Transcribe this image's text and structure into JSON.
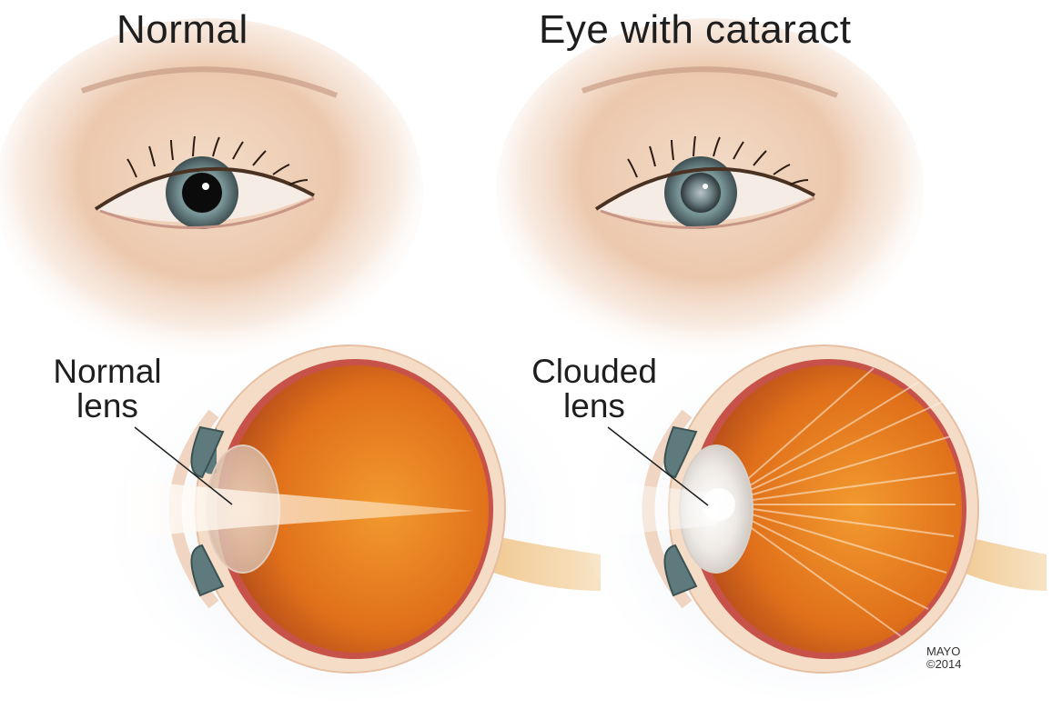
{
  "panels": {
    "left": {
      "title": "Normal",
      "label_line1": "Normal",
      "label_line2": "lens"
    },
    "right": {
      "title": "Eye with cataract",
      "label_line1": "Clouded",
      "label_line2": "lens"
    }
  },
  "credit": {
    "line1": "MAYO",
    "line2": "©2014"
  },
  "colors": {
    "skin": "#e9c2a6",
    "iris": "#6e8a8c",
    "eyeball_interior": "#e5741c",
    "sclera_rim": "#f4dcc6",
    "background_glow": "#dde3f3"
  }
}
